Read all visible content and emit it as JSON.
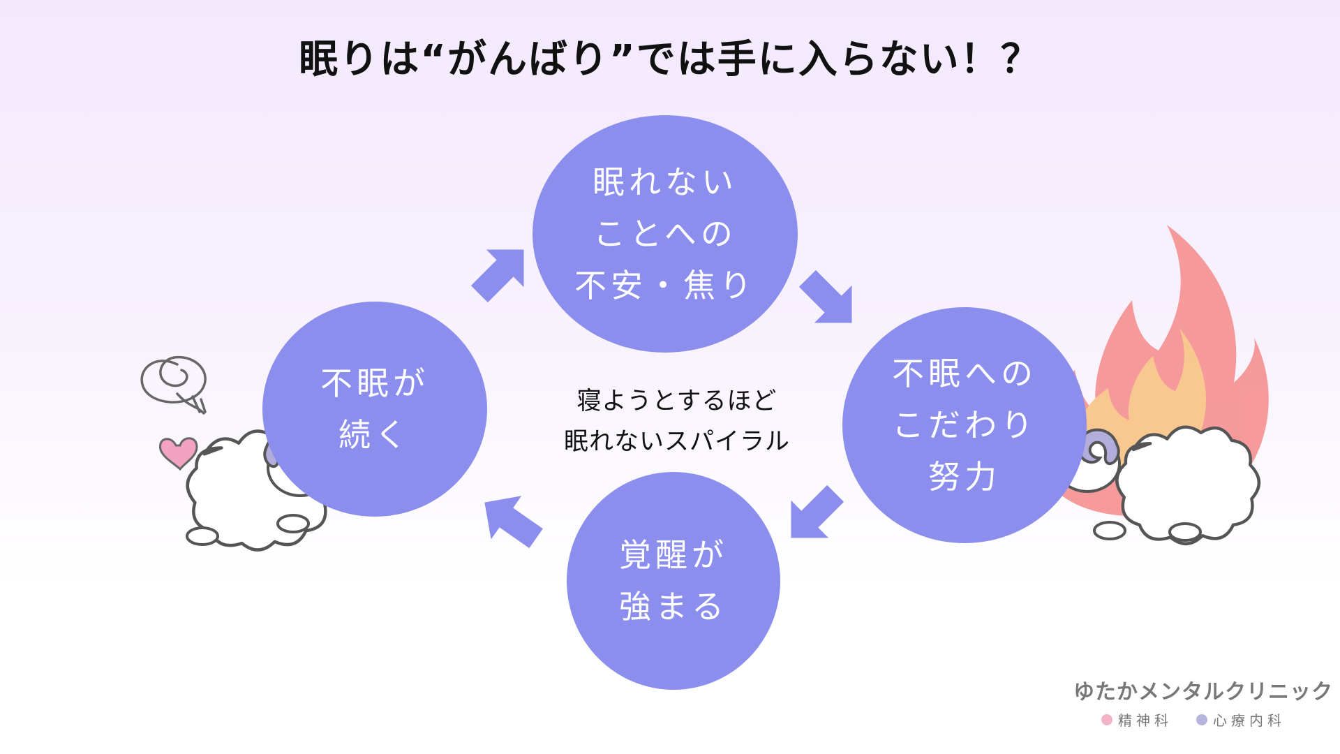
{
  "title": "眠りは“がんばり”では手に入らない！？",
  "cycle": {
    "top": {
      "lines": [
        "眠れない",
        "ことへの",
        "不安・焦り"
      ]
    },
    "right": {
      "lines": [
        "不眠への",
        "こだわり",
        "努力"
      ]
    },
    "bottom": {
      "lines": [
        "覚醒が",
        "強まる"
      ]
    },
    "left": {
      "lines": [
        "不眠が",
        "続く"
      ]
    }
  },
  "center_lines": [
    "寝ようとするほど",
    "眠れないスパイラル"
  ],
  "icons": {
    "arrows": "arrow-icon",
    "sheep_left": "sheep-dizzy-icon",
    "sheep_right": "sheep-fire-icon",
    "flame": "flame-icon"
  },
  "colors": {
    "circle": "#8b8eec",
    "arrow": "#8b8eec",
    "flame_outer": "#f58a8a",
    "flame_inner": "#f9c07e",
    "heart": "#f3a3c0",
    "horn": "#b3addc"
  },
  "logo": {
    "name": "ゆたかメンタルクリニック",
    "tags": [
      {
        "label": "精神科",
        "color": "#f3b3c6"
      },
      {
        "label": "心療内科",
        "color": "#b6b3dc"
      }
    ]
  }
}
